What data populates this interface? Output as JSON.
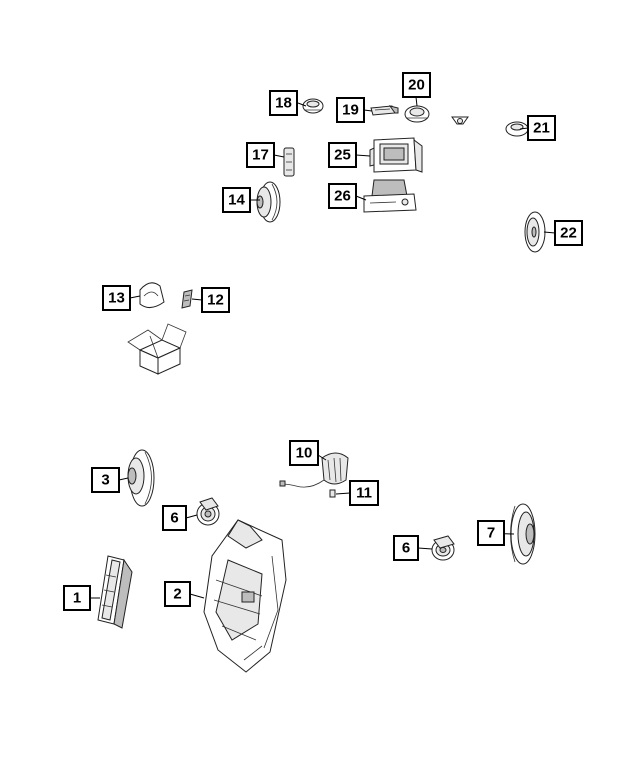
{
  "diagram": {
    "callouts": [
      {
        "id": "c18",
        "text": "18"
      },
      {
        "id": "c19",
        "text": "19"
      },
      {
        "id": "c20",
        "text": "20"
      },
      {
        "id": "c21",
        "text": "21"
      },
      {
        "id": "c17",
        "text": "17"
      },
      {
        "id": "c25",
        "text": "25"
      },
      {
        "id": "c14",
        "text": "14"
      },
      {
        "id": "c26",
        "text": "26"
      },
      {
        "id": "c22",
        "text": "22"
      },
      {
        "id": "c13",
        "text": "13"
      },
      {
        "id": "c12",
        "text": "12"
      },
      {
        "id": "c10",
        "text": "10"
      },
      {
        "id": "c3",
        "text": "3"
      },
      {
        "id": "c11",
        "text": "11"
      },
      {
        "id": "c6a",
        "text": "6"
      },
      {
        "id": "c7",
        "text": "7"
      },
      {
        "id": "c6b",
        "text": "6"
      },
      {
        "id": "c1",
        "text": "1"
      },
      {
        "id": "c2",
        "text": "2"
      }
    ]
  }
}
